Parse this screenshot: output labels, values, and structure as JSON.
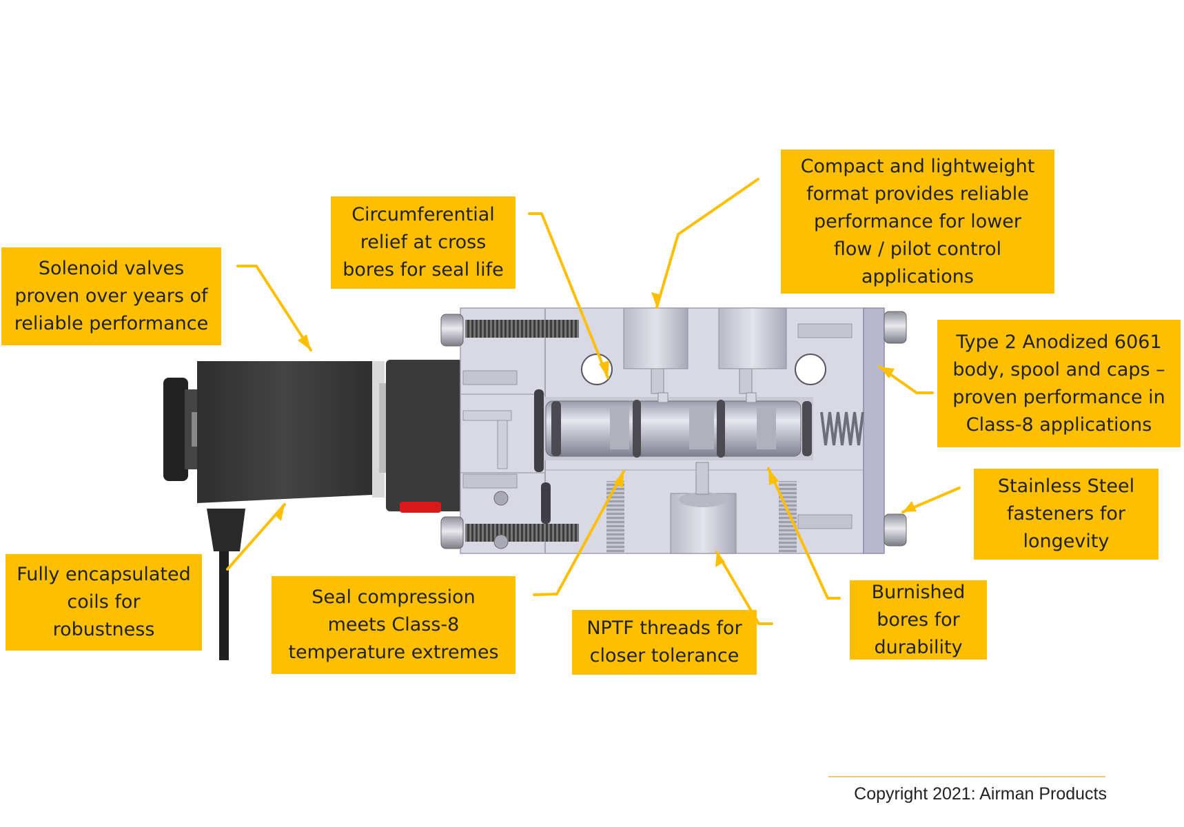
{
  "colors": {
    "callout_fill": "#fdbf00",
    "leader_line": "#fdbf00",
    "valve_body": "#d8d9e4",
    "solenoid_housing": "#3a3a3a",
    "spool": "#c3c4cf"
  },
  "callouts": {
    "solenoid": "Solenoid valves\nproven over years of\nreliable performance",
    "circumferential": "Circumferential\nrelief at cross\nbores for seal life",
    "compact": "Compact and lightweight\nformat provides reliable\nperformance for lower\nflow / pilot control\napplications",
    "anodized": "Type 2 Anodized 6061\nbody, spool and caps –\nproven performance in\nClass-8 applications",
    "stainless": "Stainless Steel\nfasteners for\nlongevity",
    "encapsulated": "Fully encapsulated\ncoils for\nrobustness",
    "seal": "Seal compression\nmeets Class-8\ntemperature extremes",
    "nptf": "NPTF threads for\ncloser tolerance",
    "burnished": "Burnished\nbores for\ndurability"
  },
  "copyright": "Copyright 2021: Airman Products"
}
